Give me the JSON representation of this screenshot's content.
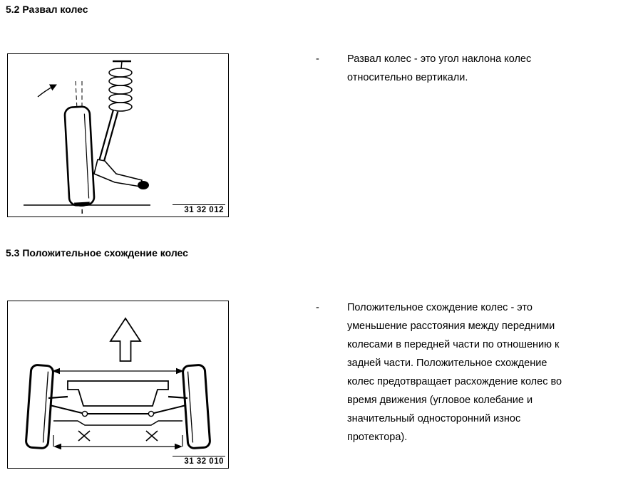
{
  "page": {
    "background": "#ffffff",
    "text_color": "#000000"
  },
  "sections": [
    {
      "heading": "5.2 Развал колес",
      "bullet": "-",
      "text": "Развал колес - это угол наклона колес относительно вертикали.",
      "figure": {
        "label": "31 32 012"
      }
    },
    {
      "heading": "5.3 Положительное схождение колес",
      "bullet": "-",
      "text": "Положительное схождение колес - это уменьшение расстояния между передними колесами в передней части по отношению к задней части. Положительное схождение колес предотвращает расхождение колес во время движения (угловое колебание и значительный односторонний износ протектора).",
      "figure": {
        "label": "31 32 010"
      }
    }
  ]
}
